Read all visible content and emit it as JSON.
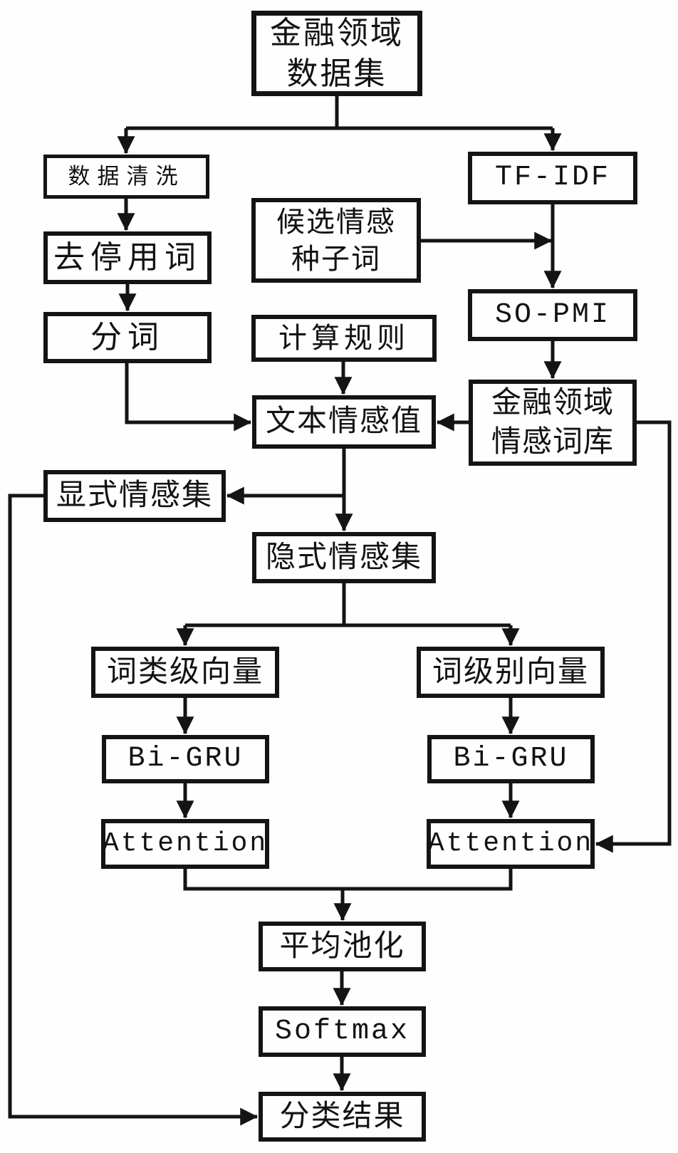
{
  "diagram": {
    "description": "Flowchart of a financial-domain text sentiment classification model",
    "colors": {
      "background": "#fffefe",
      "line": "#141414",
      "box_border": "#141414",
      "text": "#121212"
    },
    "nodes": {
      "dataset": {
        "label": "金融领域\n数据集"
      },
      "clean": {
        "label": "数据清洗"
      },
      "stop": {
        "label": "去停用词"
      },
      "seg": {
        "label": "分词"
      },
      "tfidf": {
        "label": "TF-IDF"
      },
      "seed": {
        "label": "候选情感\n种子词"
      },
      "sopmi": {
        "label": "SO-PMI"
      },
      "rule": {
        "label": "计算规则"
      },
      "senti": {
        "label": "文本情感值"
      },
      "lex": {
        "label": "金融领域\n情感词库"
      },
      "explicit": {
        "label": "显式情感集"
      },
      "implicit": {
        "label": "隐式情感集"
      },
      "wcvec": {
        "label": "词类级向量"
      },
      "wlvec": {
        "label": "词级别向量"
      },
      "bigru1": {
        "label": "Bi-GRU"
      },
      "bigru2": {
        "label": "Bi-GRU"
      },
      "att1": {
        "label": "Attention"
      },
      "att2": {
        "label": "Attention"
      },
      "pool": {
        "label": "平均池化"
      },
      "softmax": {
        "label": "Softmax"
      },
      "result": {
        "label": "分类结果"
      }
    },
    "edges": [
      {
        "from": "dataset",
        "to": "clean"
      },
      {
        "from": "dataset",
        "to": "tfidf"
      },
      {
        "from": "clean",
        "to": "stop"
      },
      {
        "from": "stop",
        "to": "seg"
      },
      {
        "from": "seg",
        "to": "senti"
      },
      {
        "from": "tfidf",
        "to": "sopmi"
      },
      {
        "from": "seed",
        "to": "sopmi"
      },
      {
        "from": "sopmi",
        "to": "lex"
      },
      {
        "from": "lex",
        "to": "senti"
      },
      {
        "from": "rule",
        "to": "senti"
      },
      {
        "from": "senti",
        "to": "explicit"
      },
      {
        "from": "senti",
        "to": "implicit"
      },
      {
        "from": "explicit",
        "to": "result"
      },
      {
        "from": "implicit",
        "to": "wcvec"
      },
      {
        "from": "implicit",
        "to": "wlvec"
      },
      {
        "from": "wcvec",
        "to": "bigru1"
      },
      {
        "from": "wlvec",
        "to": "bigru2"
      },
      {
        "from": "bigru1",
        "to": "att1"
      },
      {
        "from": "bigru2",
        "to": "att2"
      },
      {
        "from": "att1",
        "to": "pool"
      },
      {
        "from": "att2",
        "to": "pool"
      },
      {
        "from": "lex",
        "to": "att2"
      },
      {
        "from": "pool",
        "to": "softmax"
      },
      {
        "from": "softmax",
        "to": "result"
      }
    ]
  }
}
